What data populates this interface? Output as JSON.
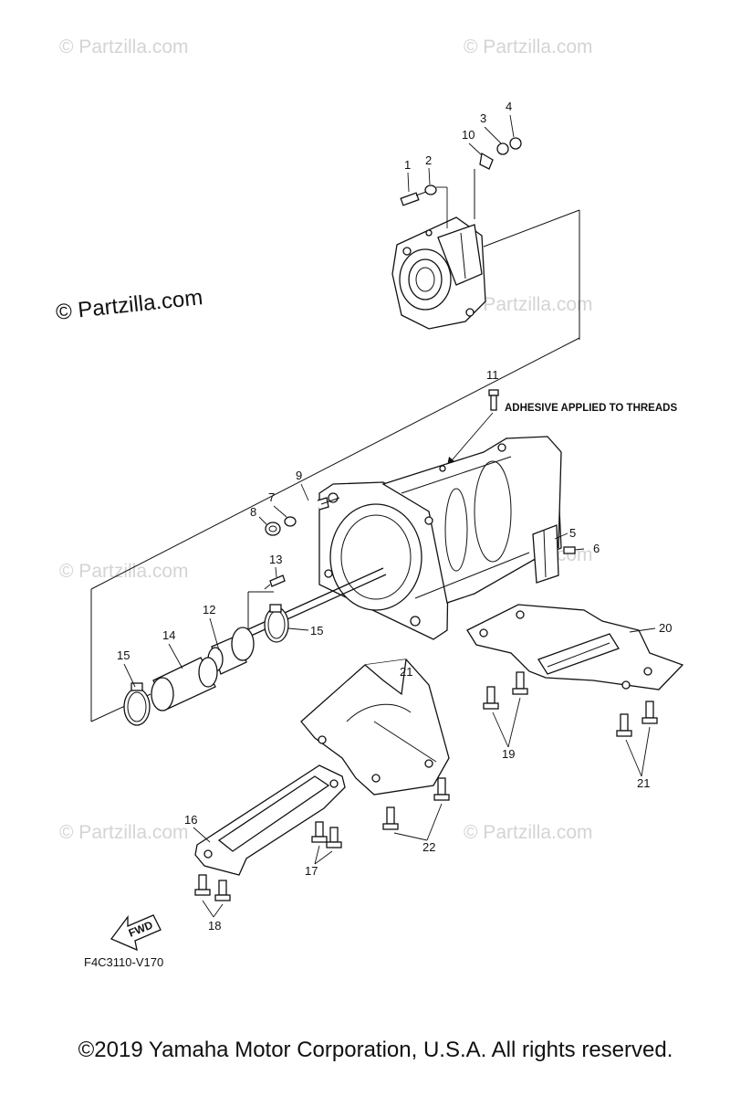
{
  "watermarks": [
    "© Partzilla.com",
    "© Partzilla.com",
    "© Partzilla.com",
    "© Partzilla.com",
    "© Partzilla.com",
    "© Partzilla.com",
    "© Partzilla.com",
    "© Partzilla.com"
  ],
  "callouts": [
    "1",
    "2",
    "3",
    "4",
    "10",
    "11",
    "9",
    "7",
    "8",
    "5",
    "6",
    "13",
    "12",
    "14",
    "15",
    "15",
    "20",
    "19",
    "21",
    "21",
    "16",
    "17",
    "22",
    "18"
  ],
  "note": "ADHESIVE APPLIED TO THREADS",
  "direction_label": "FWD",
  "diagram_code": "F4C3110-V170",
  "copyright": "©2019  Yamaha Motor Corporation, U.S.A. All rights reserved."
}
